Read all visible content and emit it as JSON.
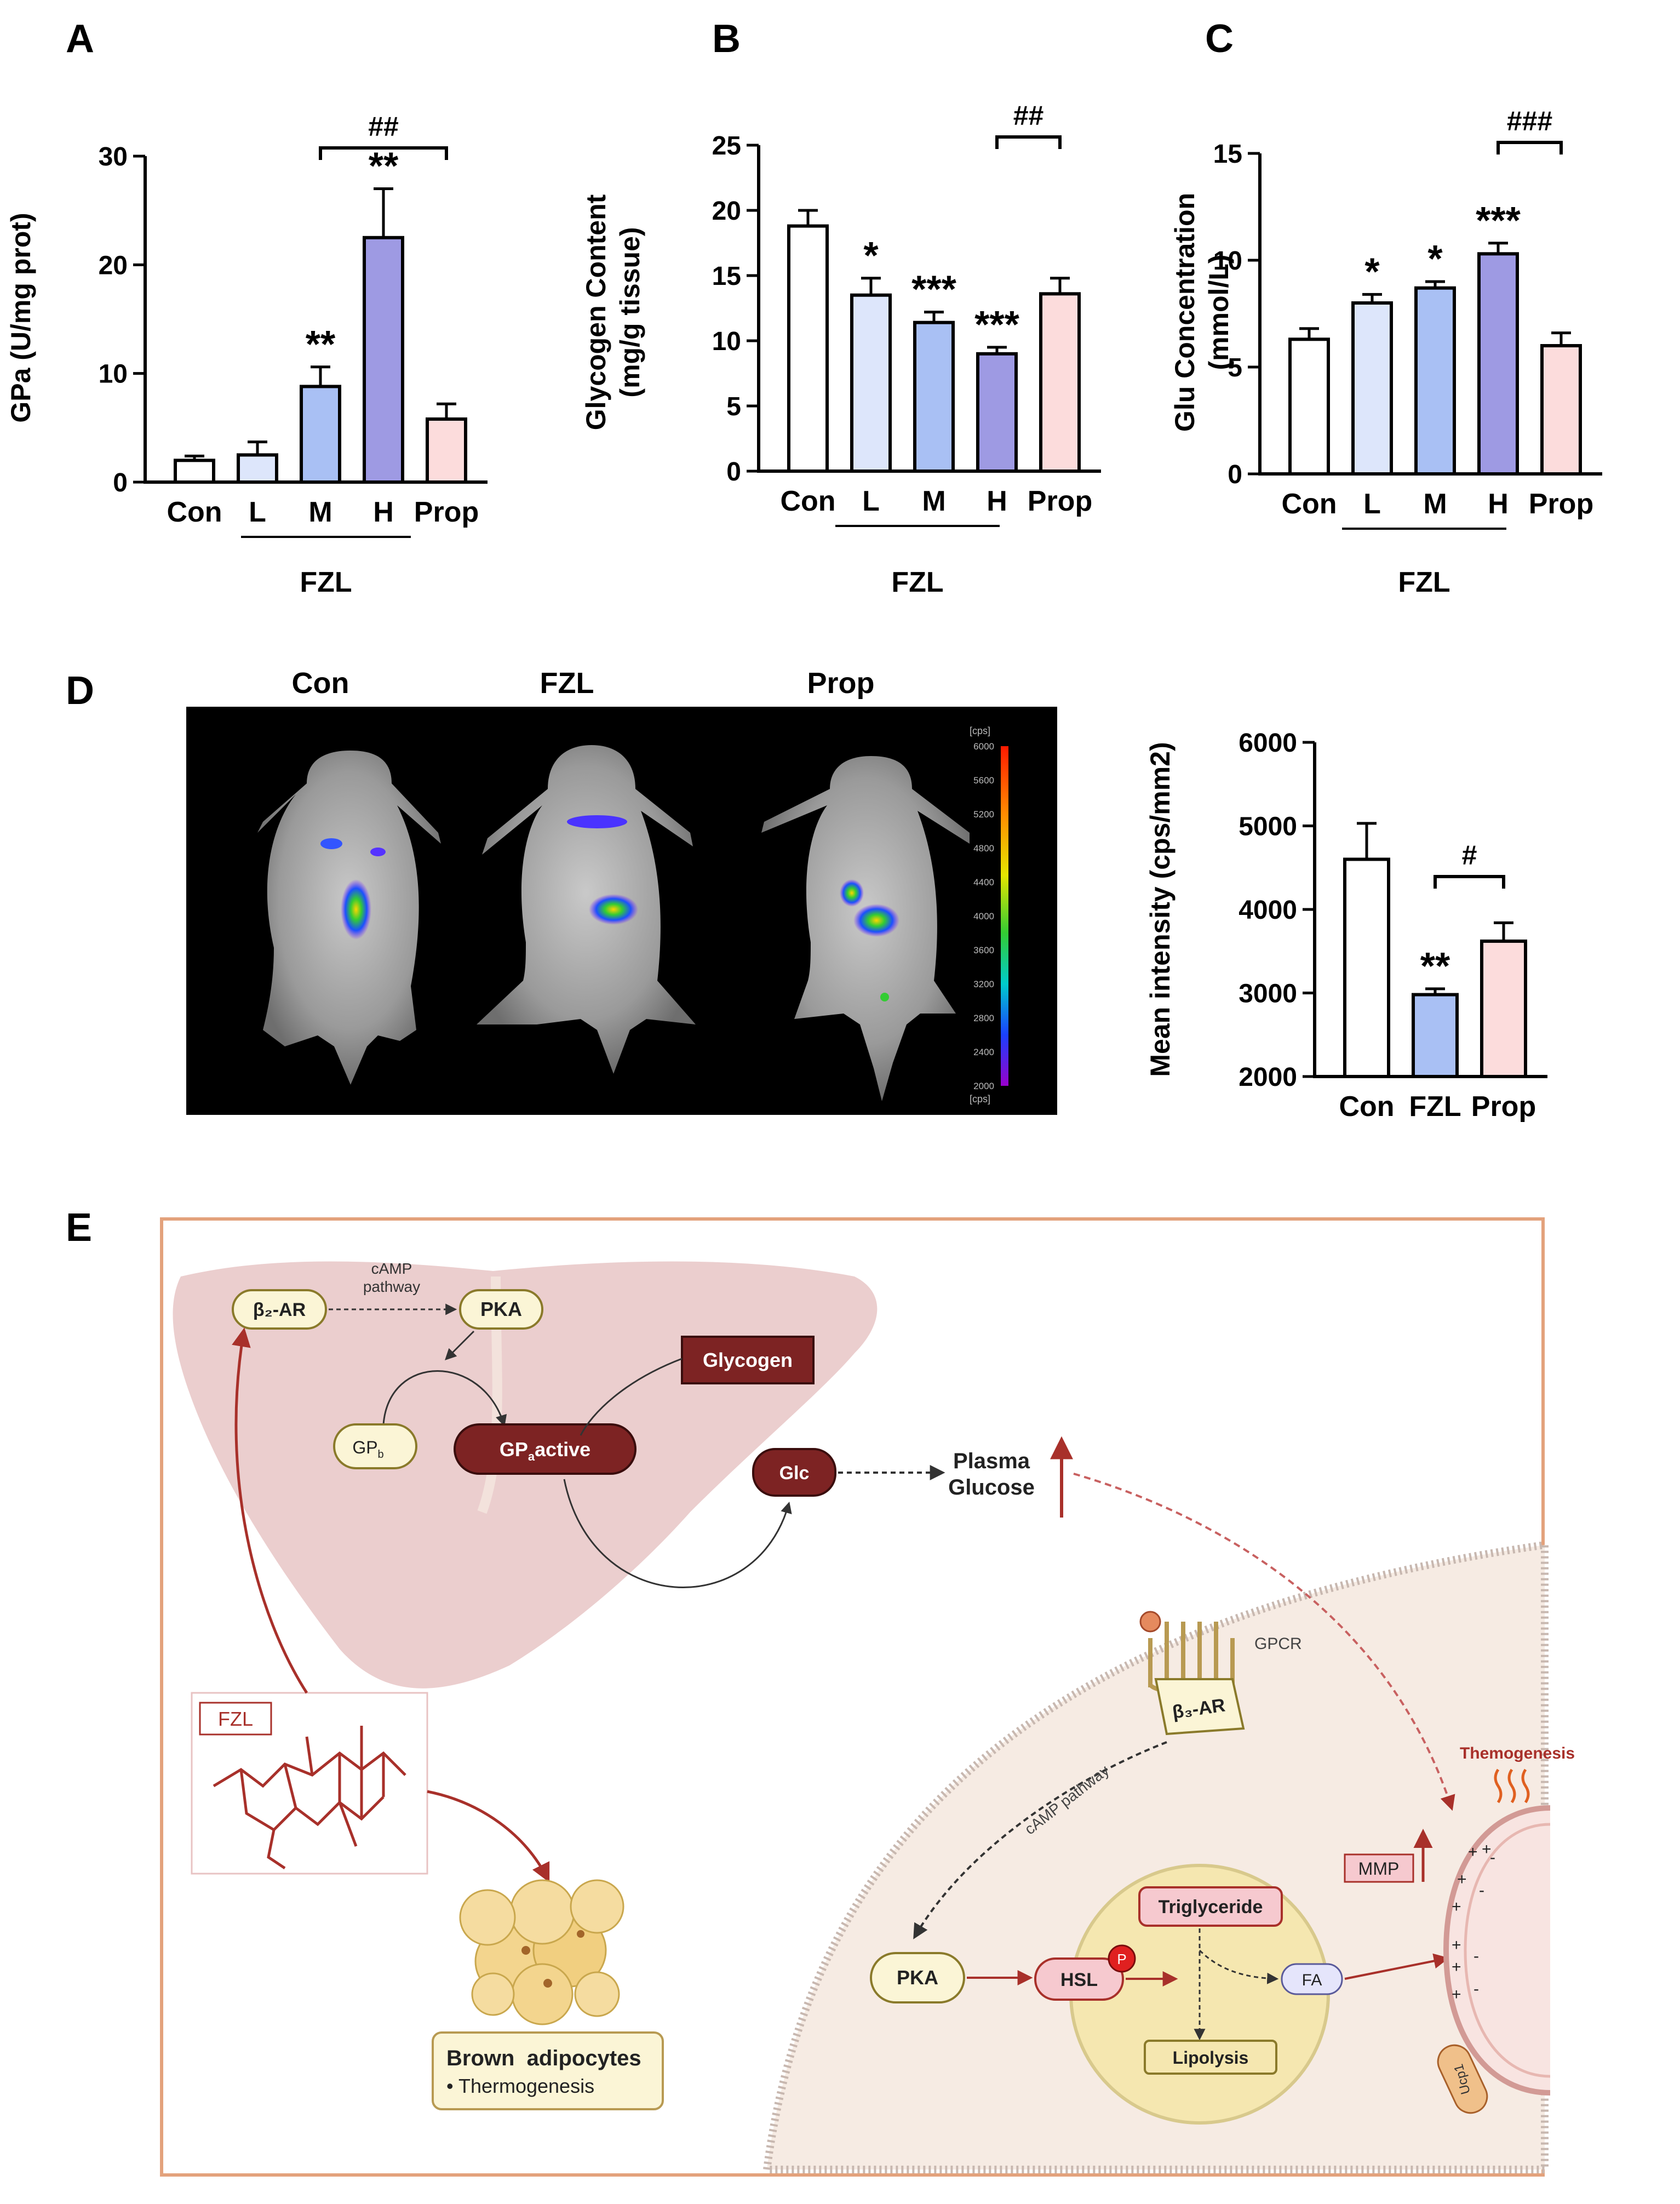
{
  "panels": {
    "a": "A",
    "b": "B",
    "c": "C",
    "d": "D",
    "e": "E"
  },
  "colors": {
    "con": "#ffffff",
    "low": "#dde6fb",
    "mid": "#a9c0f4",
    "high": "#9e9ae3",
    "prop": "#fcdcdc",
    "liver": "#e9c9c9",
    "dark_red": "#7d2323",
    "cell": "#f6ebe3",
    "droplet": "#f5e7b0",
    "border": "#e3a27c"
  },
  "chart_data": [
    {
      "type": "bar",
      "panel": "A",
      "title": "",
      "xlabel": "",
      "ylabel": "GPa (U/mg prot)",
      "categories": [
        "Con",
        "L",
        "M",
        "H",
        "Prop"
      ],
      "group_label": "FZL",
      "values": [
        2.0,
        2.5,
        8.8,
        22.5,
        5.8
      ],
      "errors": [
        0.4,
        1.2,
        1.8,
        4.5,
        1.4
      ],
      "stars": [
        "",
        "",
        "**",
        "**",
        ""
      ],
      "bracket": "##",
      "yticks": [
        "0",
        "10",
        "20",
        "30"
      ],
      "ylim": [
        0,
        30
      ]
    },
    {
      "type": "bar",
      "panel": "B",
      "title": "",
      "xlabel": "",
      "ylabel": "Glycogen Content (mg/g tissue)",
      "ylabel_lines": [
        "Glycogen Content",
        "(mg/g tissue)"
      ],
      "categories": [
        "Con",
        "L",
        "M",
        "H",
        "Prop"
      ],
      "group_label": "FZL",
      "values": [
        18.8,
        13.5,
        11.4,
        9.0,
        13.6
      ],
      "errors": [
        1.2,
        1.3,
        0.8,
        0.5,
        1.2
      ],
      "stars": [
        "",
        "*",
        "***",
        "***",
        ""
      ],
      "bracket": "##",
      "yticks": [
        "0",
        "5",
        "10",
        "15",
        "20",
        "25"
      ],
      "ylim": [
        0,
        25
      ]
    },
    {
      "type": "bar",
      "panel": "C",
      "title": "",
      "xlabel": "",
      "ylabel": "Glu Concentration (mmol/L)",
      "ylabel_lines": [
        "Glu Concentration",
        "(mmol/L)"
      ],
      "categories": [
        "Con",
        "L",
        "M",
        "H",
        "Prop"
      ],
      "group_label": "FZL",
      "values": [
        6.3,
        8.0,
        8.7,
        10.3,
        6.0
      ],
      "errors": [
        0.5,
        0.4,
        0.3,
        0.5,
        0.6
      ],
      "stars": [
        "",
        "*",
        "*",
        "***",
        ""
      ],
      "bracket": "###",
      "yticks": [
        "0",
        "5",
        "10",
        "15"
      ],
      "ylim": [
        0,
        15
      ]
    },
    {
      "type": "bar",
      "panel": "D",
      "title": "",
      "xlabel": "",
      "ylabel": "Mean intensity (cps/mm2)",
      "categories": [
        "Con",
        "FZL",
        "Prop"
      ],
      "values": [
        4600,
        2980,
        3620
      ],
      "errors": [
        430,
        70,
        220
      ],
      "stars": [
        "",
        "**",
        ""
      ],
      "bracket": "#",
      "yticks": [
        "2000",
        "3000",
        "4000",
        "5000",
        "6000"
      ],
      "ylim": [
        2000,
        6000
      ]
    }
  ],
  "imaging": {
    "groups": [
      "Con",
      "FZL",
      "Prop"
    ],
    "colorbar_unit": "[cps]",
    "colorbar_ticks": [
      "6000",
      "5600",
      "5200",
      "4800",
      "4400",
      "4000",
      "3600",
      "3200",
      "2800",
      "2400",
      "2000"
    ]
  },
  "diagram": {
    "b2ar": "β₂-AR",
    "camp_pathway_1": "cAMP",
    "camp_pathway_2": "pathway",
    "pka_liver": "PKA",
    "glycogen": "Glycogen",
    "gpb": "GP",
    "gpb_sub": "b",
    "gpa": "GP",
    "gpa_sub": "a",
    "gpa_rest": "active",
    "glc": "Glc",
    "plasma_1": "Plasma",
    "plasma_2": "Glucose",
    "fzl": "FZL",
    "brown_1": "Brown  adipocytes",
    "brown_2": "• Thermogenesis",
    "gpcr": "GPCR",
    "b3ar": "β₃-AR",
    "camp_cell": "cAMP pathway",
    "thermo": "Themogenesis",
    "mmp": "MMP",
    "pka_cell": "PKA",
    "hsl": "HSL",
    "p": "P",
    "tg": "Triglyceride",
    "fa": "FA",
    "lipolysis": "Lipolysis",
    "ucp1": "Ucp1"
  }
}
